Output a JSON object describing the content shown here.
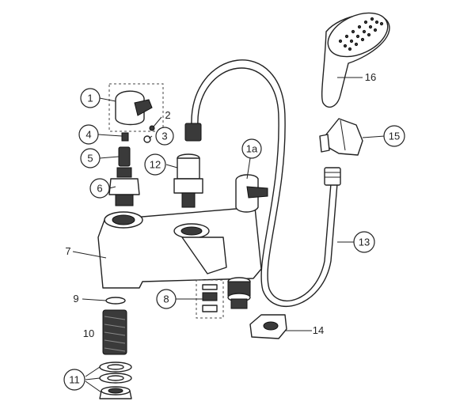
{
  "callouts": {
    "c1": "1",
    "c1a": "1a",
    "c2": "2",
    "c3": "3",
    "c4": "4",
    "c5": "5",
    "c6": "6",
    "c7": "7",
    "c8": "8",
    "c9": "9",
    "c10": "10",
    "c11": "11",
    "c12": "12",
    "c13": "13",
    "c14": "14",
    "c15": "15",
    "c16": "16"
  }
}
